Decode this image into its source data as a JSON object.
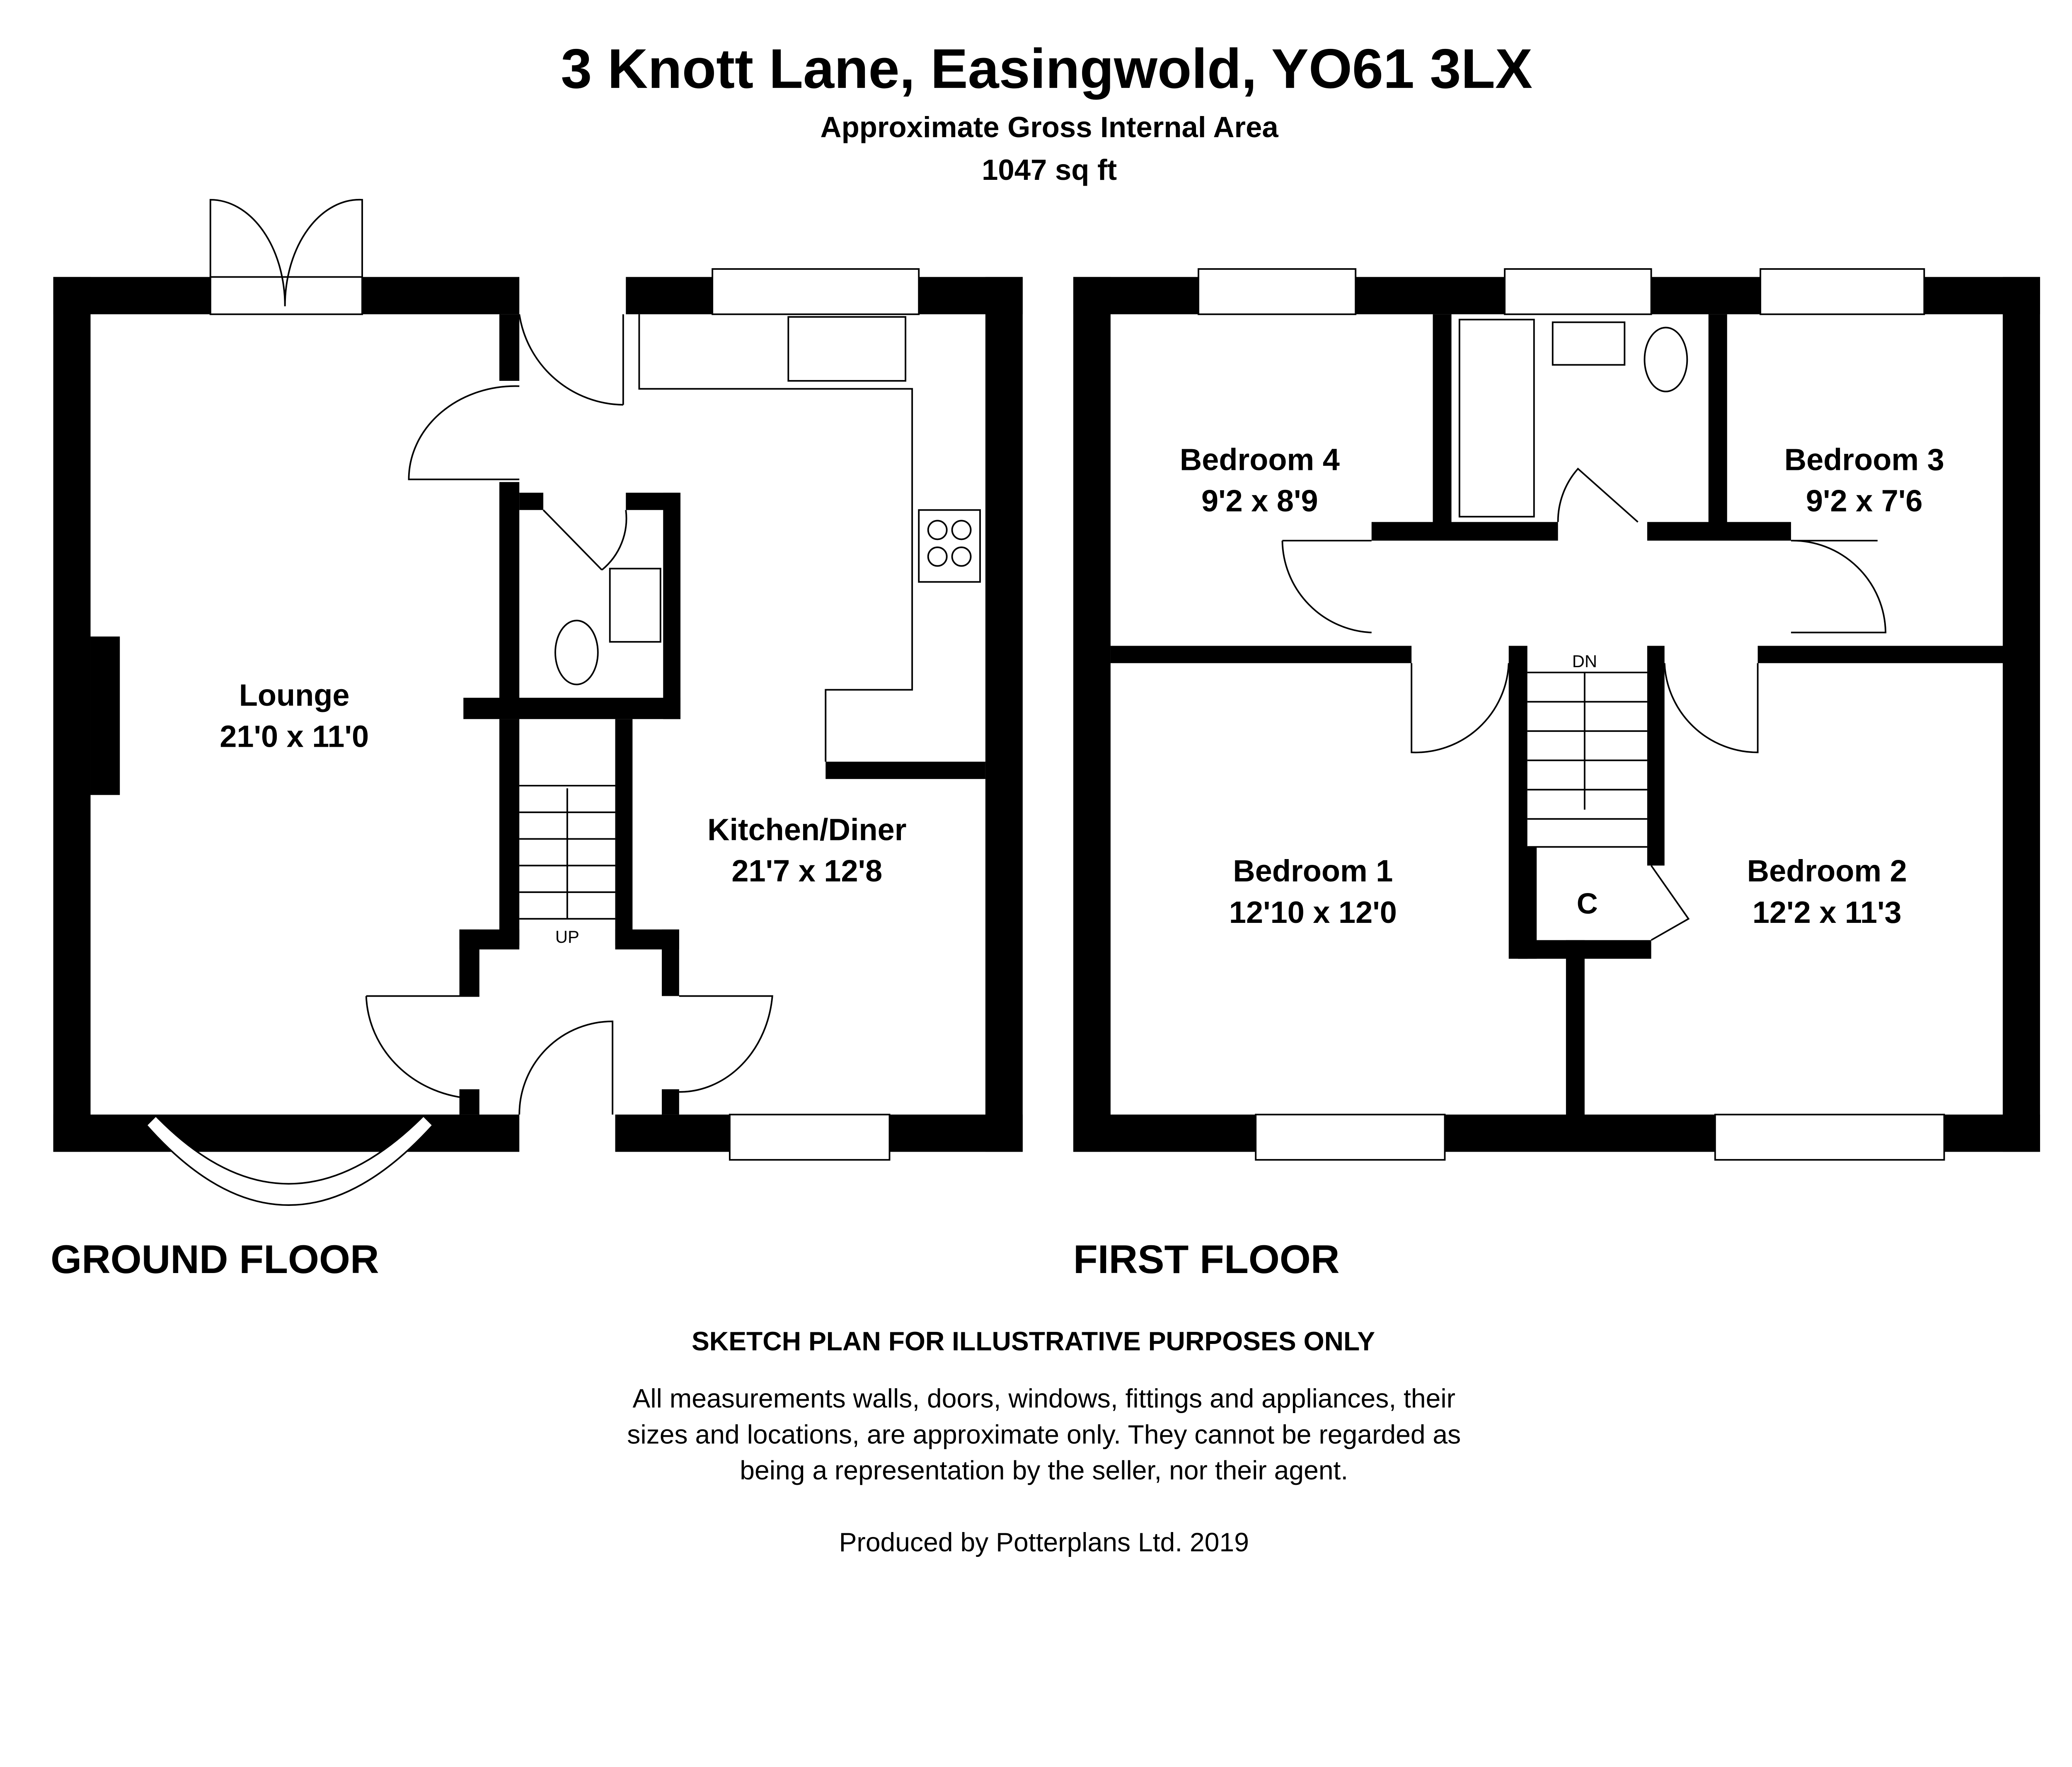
{
  "header": {
    "address": "3 Knott Lane, Easingwold, YO61 3LX",
    "area_label": "Approximate Gross Internal Area",
    "area_value": "1047 sq ft"
  },
  "ground_floor": {
    "label": "GROUND FLOOR",
    "stairs_label": "UP",
    "rooms": [
      {
        "name": "Lounge",
        "size": "21'0 x 11'0"
      },
      {
        "name": "Kitchen/Diner",
        "size": "21'7 x 12'8"
      }
    ]
  },
  "first_floor": {
    "label": "FIRST FLOOR",
    "stairs_label": "DN",
    "cupboard_label": "C",
    "rooms": [
      {
        "name": "Bedroom 4",
        "size": "9'2 x 8'9"
      },
      {
        "name": "Bedroom 3",
        "size": "9'2 x 7'6"
      },
      {
        "name": "Bedroom 1",
        "size": "12'10 x 12'0"
      },
      {
        "name": "Bedroom 2",
        "size": "12'2 x 11'3"
      }
    ]
  },
  "footer": {
    "disclaimer_title": "SKETCH PLAN FOR ILLUSTRATIVE PURPOSES ONLY",
    "disclaimer_lines": [
      "All measurements walls, doors, windows, fittings and appliances, their",
      "sizes and locations, are approximate only. They cannot be regarded as",
      "being a representation by the seller, nor their agent."
    ],
    "producer": "Produced by Potterplans Ltd. 2019"
  }
}
